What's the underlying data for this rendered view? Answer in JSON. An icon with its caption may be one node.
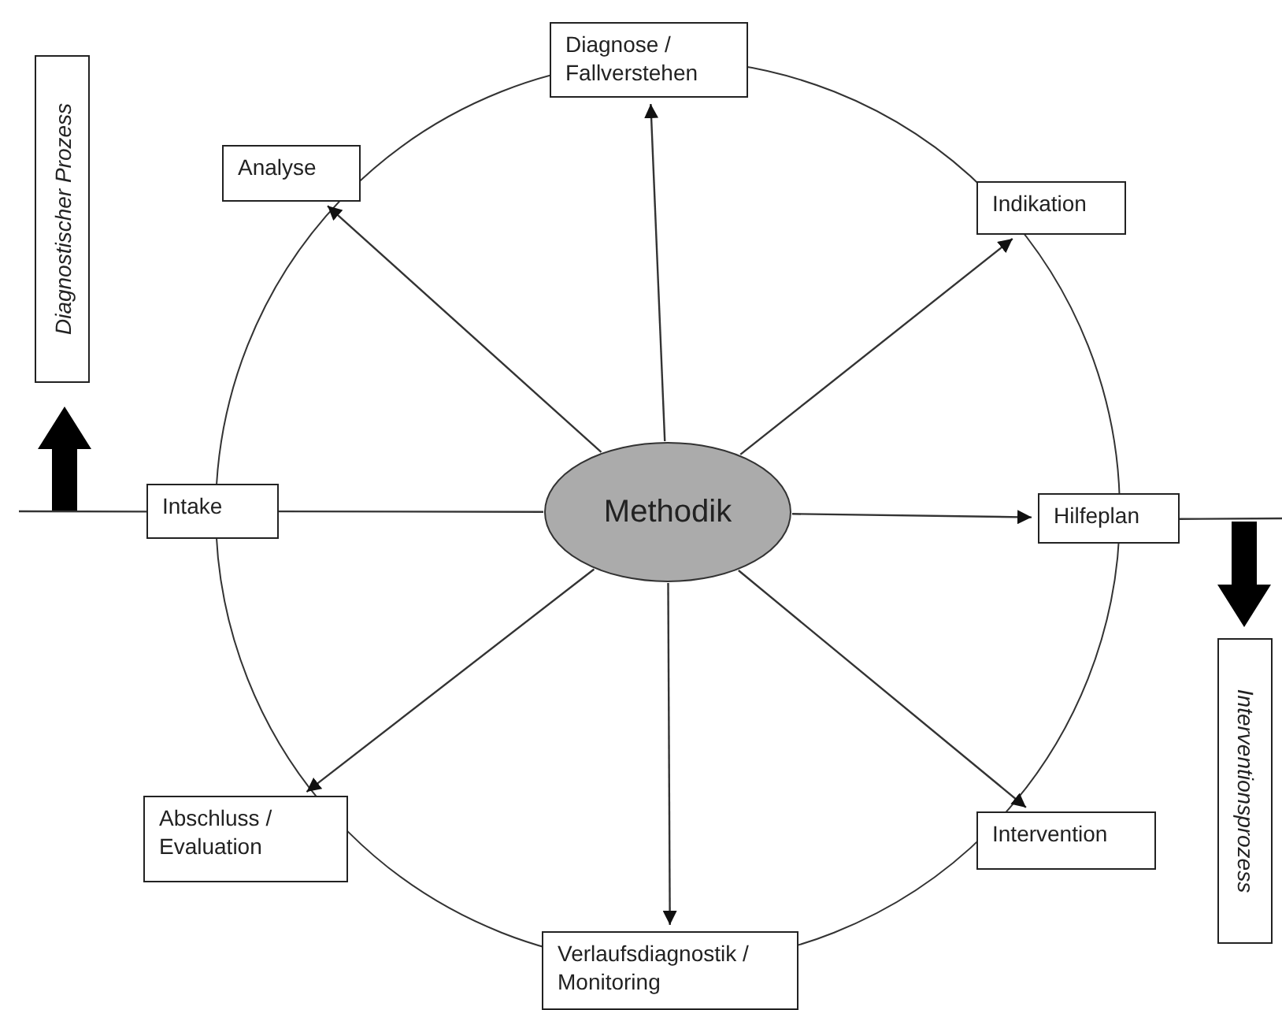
{
  "diagram": {
    "nodes": [
      {
        "text": [
          "Methodik"
        ]
      },
      {
        "text": [
          "Diagnose / Fallverstehen"
        ]
      },
      {
        "text": [
          "Indikation"
        ]
      },
      {
        "text": [
          "Hilfeplan"
        ]
      },
      {
        "text": [
          "Intervention"
        ]
      },
      {
        "text": [
          "Verlaufsdiagnostik / Monitoring"
        ]
      },
      {
        "text": [
          "Abschluss / Evaluation"
        ]
      },
      {
        "text": [
          "Intake"
        ]
      },
      {
        "text": [
          "Analyse"
        ]
      },
      {
        "text": [
          "Diagnostischer Prozess"
        ]
      },
      {
        "text": [
          "Interventionsprozess"
        ]
      }
    ],
    "edges": [
      {
        "from": 0,
        "to": 1,
        "arrow": "to"
      },
      {
        "from": 0,
        "to": 2,
        "arrow": "to"
      },
      {
        "from": 0,
        "to": 3,
        "arrow": "to"
      },
      {
        "from": 0,
        "to": 4,
        "arrow": "to"
      },
      {
        "from": 0,
        "to": 5,
        "arrow": "to"
      },
      {
        "from": 0,
        "to": 6,
        "arrow": "to"
      },
      {
        "from": 0,
        "to": 7,
        "arrow": "none"
      },
      {
        "from": 0,
        "to": 8,
        "arrow": "to"
      },
      {
        "from": null,
        "to": 7,
        "arrow": "none"
      },
      {
        "from": 3,
        "to": null,
        "arrow": "none"
      }
    ]
  }
}
